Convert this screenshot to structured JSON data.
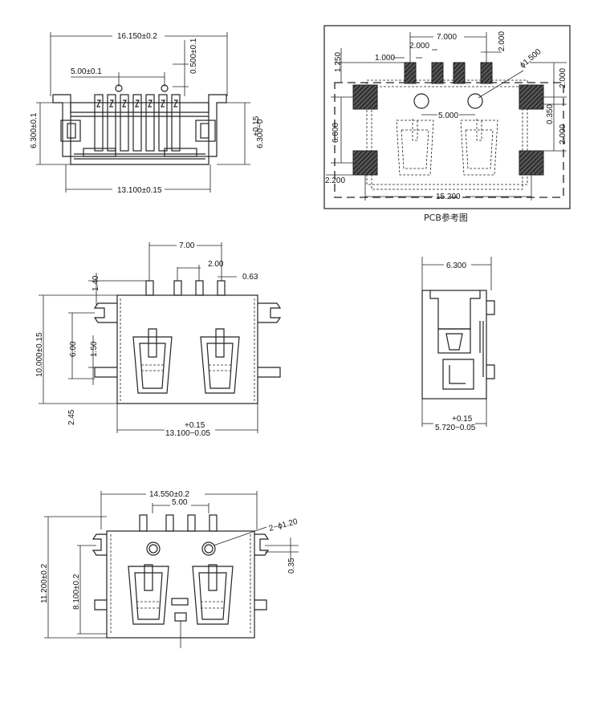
{
  "top_view": {
    "dim_width": "16.150±0.2",
    "dim_pitch": "5.00±0.1",
    "dim_tab": "0.500±0.1",
    "dim_height_left": "6.300±0.1",
    "dim_height_right_top": "+0.15",
    "dim_height_right_bottom": "6.300−0",
    "dim_bottom": "13.100±0.15"
  },
  "pcb_layout": {
    "dim_span": "7.000",
    "dim_pitch": "2.000",
    "dim_pitch_right": "2.000",
    "dim_pad": "1.000",
    "dim_offset": "1.250",
    "dim_hole": "ϕ1.500",
    "dim_hole_span": "5.000",
    "dim_right_top": "2.000",
    "dim_right_mid": "0.350",
    "dim_right_bottom": "2.000",
    "dim_left_height": "6.000",
    "dim_left_bottom": "2.200",
    "dim_width": "15.200",
    "caption": "PCB参考图"
  },
  "front_view": {
    "dim_span": "7.00",
    "dim_pitch": "2.00",
    "dim_pin": "0.63",
    "dim_pin_len": "1.40",
    "dim_height": "10.000±0.15",
    "dim_inner": "6.00",
    "dim_small": "1.50",
    "dim_bottom_left": "2.45",
    "dim_width_top": "+0.15",
    "dim_width_bottom": "13.100−0.05"
  },
  "side_view": {
    "dim_top": "6.300",
    "dim_bottom_top": "+0.15",
    "dim_bottom": "5.720−0.05"
  },
  "bottom_view": {
    "dim_width": "14.550±0.2",
    "dim_pitch": "5.00",
    "dim_holes": "2−ϕ1.20",
    "dim_height": "11.200±0.2",
    "dim_inner": "8.100±0.2",
    "dim_small": "0.35"
  }
}
